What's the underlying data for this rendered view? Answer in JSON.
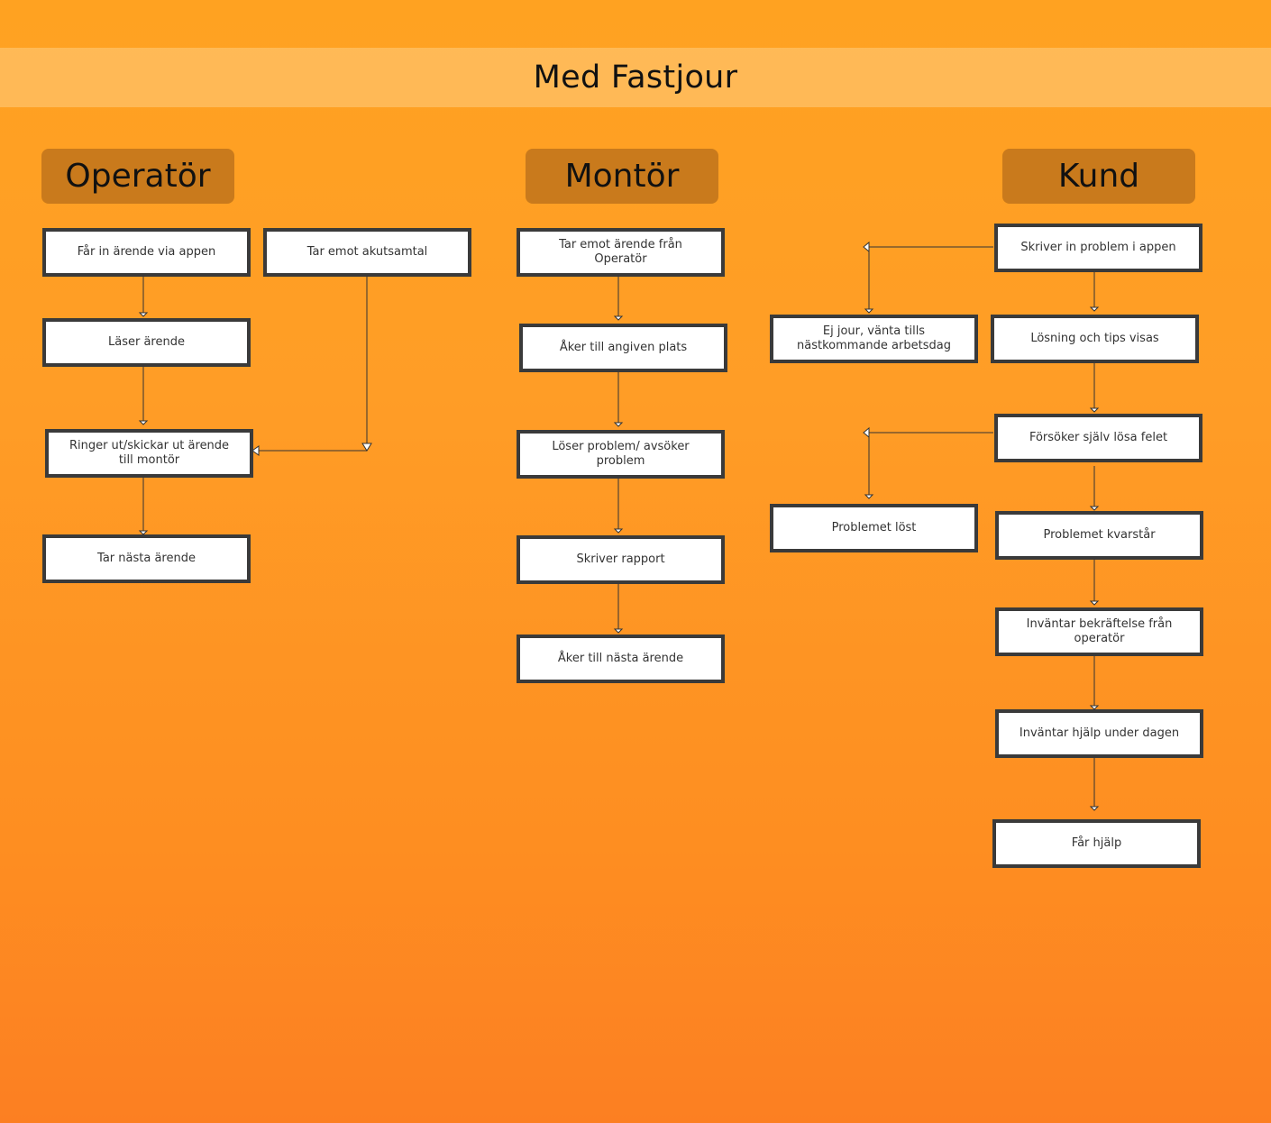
{
  "title": "Med Fastjour",
  "lanes": {
    "operator": "Operatör",
    "montor": "Montör",
    "kund": "Kund"
  },
  "boxes": {
    "far_in_arende": "Får in ärende via appen",
    "tar_emot_akutsamtal": "Tar emot akutsamtal",
    "laser_arende": "Läser ärende",
    "ringer_ut": "Ringer ut/skickar ut ärende till montör",
    "tar_nasta_arende": "Tar nästa ärende",
    "tar_emot_fran_operator": "Tar emot ärende från Operatör",
    "aker_till_plats": "Åker till angiven plats",
    "loser_problem": "Löser problem/ avsöker problem",
    "skriver_rapport": "Skriver rapport",
    "aker_till_nasta": "Åker till nästa ärende",
    "skriver_in_problem": "Skriver in problem i appen",
    "ej_jour": "Ej jour, vänta tills nästkommande arbetsdag",
    "losning_tips": "Lösning och tips visas",
    "forsoker_sjalv": "Försöker själv lösa felet",
    "problemet_lost": "Problemet löst",
    "problemet_kvarstar": "Problemet kvarstår",
    "invantar_bekraftelse": "Inväntar bekräftelse från operatör",
    "invantar_hjalp": "Inväntar hjälp under dagen",
    "far_hjalp": "Får hjälp"
  },
  "colors": {
    "lane_header": "#C97A1C",
    "box_border": "#3a3a3a",
    "connector": "#333333"
  }
}
